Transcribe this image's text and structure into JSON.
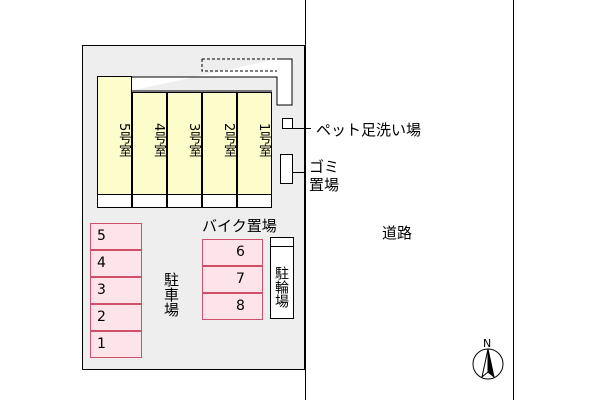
{
  "rooms": [
    {
      "label": "5号室"
    },
    {
      "label": "4号室"
    },
    {
      "label": "3号室"
    },
    {
      "label": "2号室"
    },
    {
      "label": "1号室"
    }
  ],
  "labels": {
    "pet_wash": "ペット足洗い場",
    "garbage": "ゴミ置場",
    "bike_parking": "バイク置場",
    "bicycle_parking": "駐輪場",
    "car_parking": "駐車場",
    "road": "道路",
    "north": "N"
  },
  "parking_spots": [
    "5",
    "4",
    "3",
    "2",
    "1"
  ],
  "bike_spots": [
    "6",
    "7",
    "8"
  ],
  "colors": {
    "room_fill": "#fdfdcc",
    "spot_fill": "#fde4ea",
    "spot_border": "#d0506a",
    "lot_fill": "#eeeeee"
  }
}
